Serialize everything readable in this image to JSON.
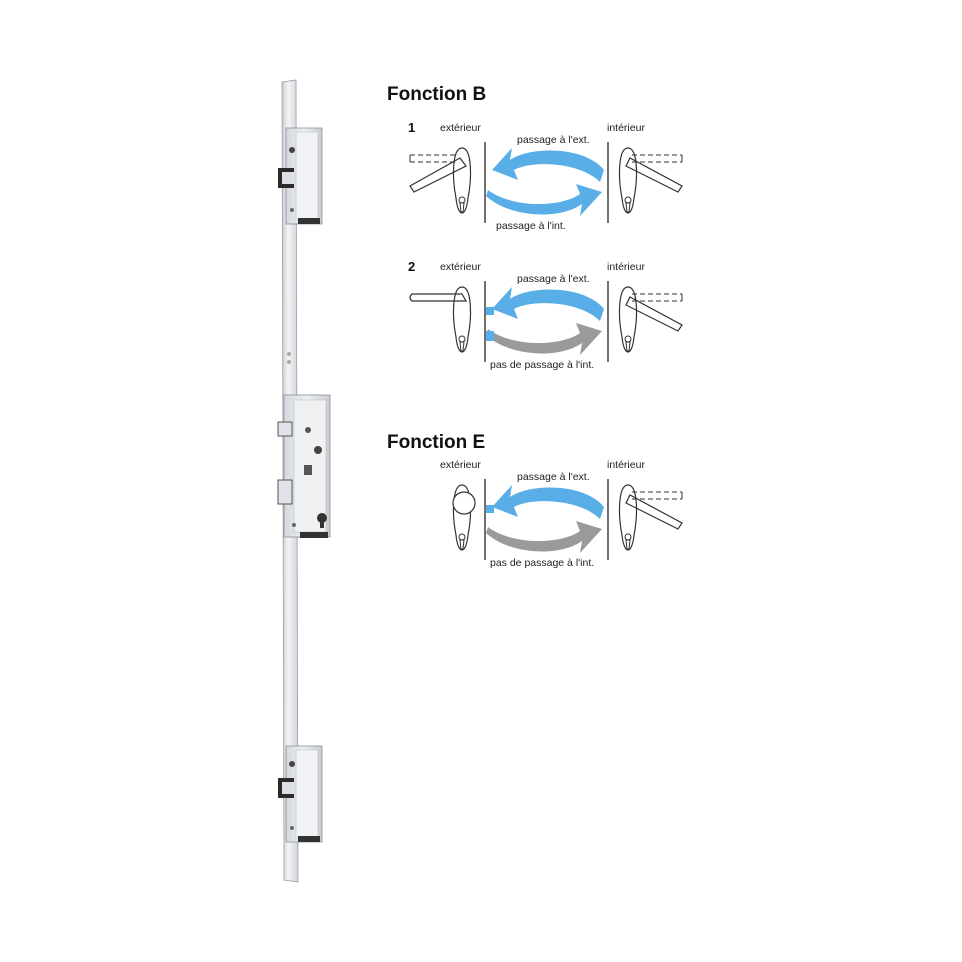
{
  "sections": [
    {
      "title": "Fonction B",
      "diagrams": [
        {
          "number": "1",
          "label_left": "extérieur",
          "label_right": "intérieur",
          "arrow_top_label": "passage à l'ext.",
          "arrow_bottom_label": "passage à l'int.",
          "outside_handle": "lever",
          "outside_state": "free",
          "bottom_arrow_color": "#5aaee8"
        },
        {
          "number": "2",
          "label_left": "extérieur",
          "label_right": "intérieur",
          "arrow_top_label": "passage à l'ext.",
          "arrow_bottom_label": "pas de passage à l'int.",
          "outside_handle": "lever",
          "outside_state": "locked",
          "bottom_arrow_color": "#9a9a9a"
        }
      ]
    },
    {
      "title": "Fonction E",
      "diagrams": [
        {
          "number": "",
          "label_left": "extérieur",
          "label_right": "intérieur",
          "arrow_top_label": "passage à l'ext.",
          "arrow_bottom_label": "pas de passage à l'int.",
          "outside_handle": "knob",
          "outside_state": "fixed",
          "bottom_arrow_color": "#9a9a9a"
        }
      ]
    }
  ],
  "colors": {
    "pass_arrow": "#5aaee8",
    "block_arrow": "#9a9a9a",
    "line": "#333333",
    "metal": "#e6e8ec"
  }
}
